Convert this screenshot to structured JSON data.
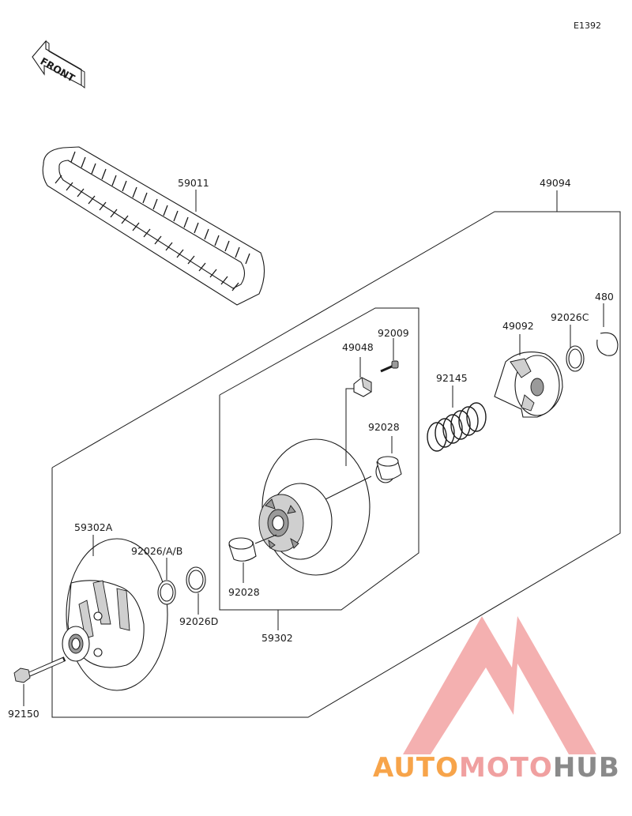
{
  "diagram_id": "E1392",
  "front_label": "FRONT",
  "parts": {
    "belt": "59011",
    "assembly": "49094",
    "sheave_fixed": "59302A",
    "washer_ab": "92026/A/B",
    "washer_d": "92026D",
    "bolt": "92150",
    "sheave_movable": "59302",
    "bushing_lower": "92028",
    "bushing_upper": "92028",
    "slider": "49048",
    "screw": "92009",
    "spring": "92145",
    "cam": "49092",
    "washer_c": "92026C",
    "circlip": "480"
  },
  "watermark": {
    "part1": "AUTO",
    "part2": "MOTO",
    "part3": "HUB",
    "color1": "#f7a44a",
    "color2": "#f0a0a0",
    "color3": "#8a8a8a"
  }
}
